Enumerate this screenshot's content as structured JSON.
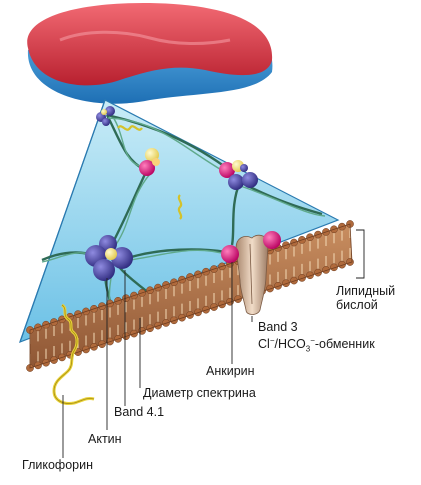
{
  "labels": {
    "lipid_bilayer_line1": "Липидный",
    "lipid_bilayer_line2": "бислой",
    "band3": "Band 3",
    "exchanger_cl": "Cl",
    "exchanger_cl_sup": "−",
    "exchanger_slash": "/HCO",
    "exchanger_sub": "3",
    "exchanger_sup": "−",
    "exchanger_tail": "-обменник",
    "ankyrin": "Анкирин",
    "spectrin_diameter": "Диаметр спектрина",
    "band41": "Band 4.1",
    "actin": "Актин",
    "glycophorin": "Гликофорин"
  },
  "colors": {
    "cell_red": "#d63a4a",
    "cell_blue": "#2f8fd0",
    "triangle_fill": "#9fd8ee",
    "spectrin": "#2f6b55",
    "membrane": "#b87a4e",
    "actin_node": "#4b46a8",
    "band41": "#f4e58a",
    "ankyrin": "#e0197f",
    "band3": "#d9b9a0",
    "glycophorin": "#e9d33a"
  }
}
